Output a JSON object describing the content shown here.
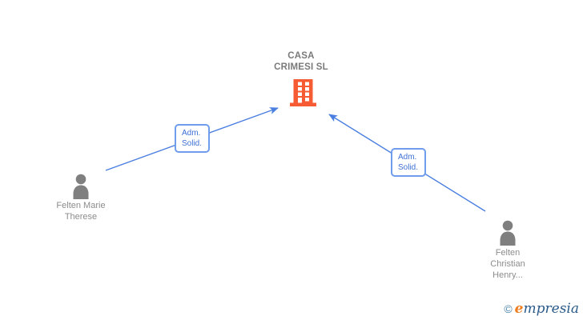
{
  "canvas": {
    "background": "#ffffff"
  },
  "company": {
    "name": "CASA\nCRIMESI SL",
    "icon": "building-icon"
  },
  "people": [
    {
      "name": "Felten Marie\nTherese",
      "icon": "person-icon"
    },
    {
      "name": "Felten\nChristian\nHenry...",
      "icon": "person-icon"
    }
  ],
  "relationships": [
    {
      "label": "Adm.\nSolid.",
      "from": "Felten Marie Therese",
      "to": "CASA CRIMESI SL"
    },
    {
      "label": "Adm.\nSolid.",
      "from": "Felten Christian Henry...",
      "to": "CASA CRIMESI SL"
    }
  ],
  "watermark": {
    "copyright_symbol": "©",
    "brand_initial": "e",
    "brand_rest": "mpresia"
  },
  "colors": {
    "arrow_blue": "#4a7ee0",
    "label_border_blue": "#6f9ceb",
    "label_text_blue": "#3e70d6",
    "building_orange": "#f75b34",
    "person_gray": "#7f7f7f",
    "name_text_gray": "#8c8c8c",
    "title_gray": "#7a7a7a",
    "logo_orange": "#ef7c1d",
    "logo_blue": "#2a5a8a",
    "logo_copyright_blue": "#4880a8"
  }
}
